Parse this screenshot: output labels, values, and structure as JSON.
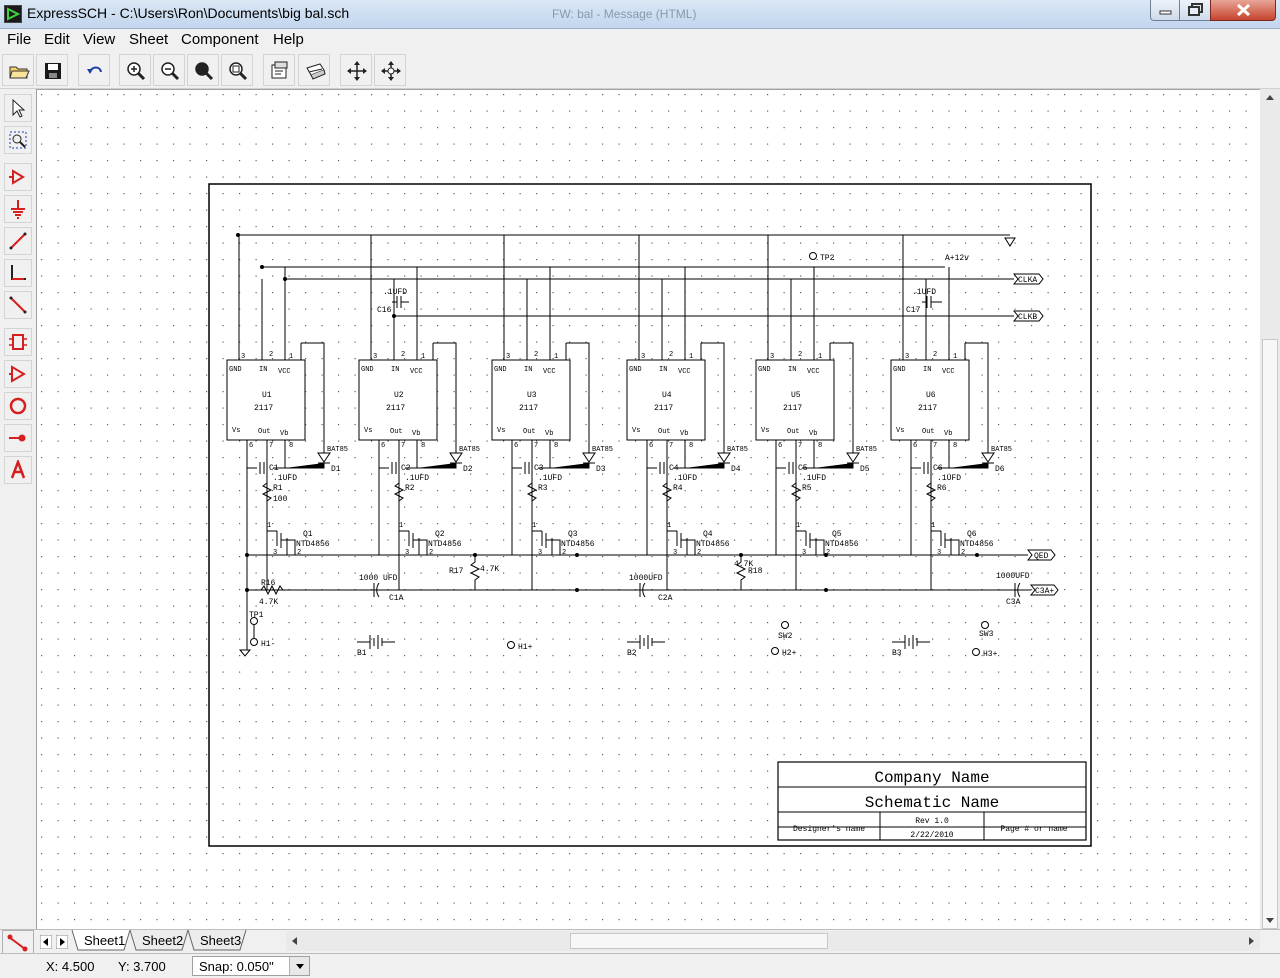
{
  "window": {
    "title": "ExpressSCH - C:\\Users\\Ron\\Documents\\big bal.sch",
    "background_ghost_title": "FW: bal - Message (HTML)"
  },
  "menu": [
    {
      "label": "File"
    },
    {
      "label": "Edit"
    },
    {
      "label": "View"
    },
    {
      "label": "Sheet"
    },
    {
      "label": "Component"
    },
    {
      "label": "Help"
    }
  ],
  "toolbar": [
    {
      "icon": "open-folder-icon"
    },
    {
      "icon": "save-icon"
    },
    {
      "icon": "undo-icon"
    },
    {
      "icon": "zoom-in-icon"
    },
    {
      "icon": "zoom-out-icon"
    },
    {
      "icon": "zoom-area-icon"
    },
    {
      "icon": "zoom-fit-icon"
    },
    {
      "icon": "sheet-properties-icon"
    },
    {
      "icon": "print-icon"
    },
    {
      "icon": "pan-icon"
    },
    {
      "icon": "pan-center-icon"
    }
  ],
  "tools": [
    {
      "icon": "select-arrow-icon"
    },
    {
      "icon": "zoom-select-icon"
    },
    {
      "icon": "port-icon"
    },
    {
      "icon": "ground-icon"
    },
    {
      "icon": "wire-icon"
    },
    {
      "icon": "bus-icon"
    },
    {
      "icon": "line-icon"
    },
    {
      "icon": "component-icon"
    },
    {
      "icon": "buffer-icon"
    },
    {
      "icon": "circle-icon"
    },
    {
      "icon": "junction-icon"
    },
    {
      "icon": "text-icon"
    }
  ],
  "title_block": {
    "company": "Company Name",
    "schematic": "Schematic Name",
    "designer": "Designer's name",
    "rev": "Rev 1.0",
    "date": "2/22/2010",
    "page": "Page # or name"
  },
  "schematic": {
    "top_labels": {
      "tp2": "TP2",
      "vplus": "A+12v",
      "clka": "CLKA",
      "clkb": "CLKB"
    },
    "c_top": [
      {
        "name": "C16",
        "value": ".1UFD"
      },
      {
        "name": "C17",
        "value": ".1UFD"
      }
    ],
    "ic_pins_top": [
      "3",
      "2",
      "1"
    ],
    "ic_pin_names": {
      "gnd": "GND",
      "in": "IN",
      "vcc": "VCC",
      "vs": "Vs",
      "out": "Out",
      "vb": "Vb"
    },
    "ic_pins_bottom": [
      "6",
      "7",
      "8"
    ],
    "units": [
      {
        "ic": "U1",
        "part": "2117",
        "cap": "C1",
        "cap_val": ".1UFD",
        "diode_type": "BAT85",
        "diode": "D1",
        "res": "R1",
        "res_val": "100",
        "fet": "Q1",
        "fet_type": "NTD4856"
      },
      {
        "ic": "U2",
        "part": "2117",
        "cap": "C2",
        "cap_val": ".1UFD",
        "diode_type": "BAT85",
        "diode": "D2",
        "res": "R2",
        "res_val": "",
        "fet": "Q2",
        "fet_type": "NTD4856"
      },
      {
        "ic": "U3",
        "part": "2117",
        "cap": "C3",
        "cap_val": ".1UFD",
        "diode_type": "BAT85",
        "diode": "D3",
        "res": "R3",
        "res_val": "",
        "fet": "Q3",
        "fet_type": "NTD4856"
      },
      {
        "ic": "U4",
        "part": "2117",
        "cap": "C4",
        "cap_val": ".1UFD",
        "diode_type": "BAT85",
        "diode": "D4",
        "res": "R4",
        "res_val": "",
        "fet": "Q4",
        "fet_type": "NTD4856"
      },
      {
        "ic": "U5",
        "part": "2117",
        "cap": "C5",
        "cap_val": ".1UFD",
        "diode_type": "BAT85",
        "diode": "D5",
        "res": "R5",
        "res_val": "",
        "fet": "Q5",
        "fet_type": "NTD4856"
      },
      {
        "ic": "U6",
        "part": "2117",
        "cap": "C6",
        "cap_val": ".1UFD",
        "diode_type": "BAT85",
        "diode": "D6",
        "res": "R6",
        "res_val": "",
        "fet": "Q6",
        "fet_type": "NTD4856"
      }
    ],
    "bottom_labels": {
      "r16": "R16",
      "r16_val": "4.7K",
      "r17": "R17",
      "r17_val": "4.7K",
      "r18": "R18",
      "r18_val": "4.7K",
      "c1a": "C1A",
      "c1a_val": "1000 UFD",
      "c2a": "C2A",
      "c2a_val": "1000UFD",
      "c3a": "C3A",
      "c3a_val": "1000UFD",
      "tp1": "TP1",
      "sw2": "SW2",
      "sw3": "SW3",
      "b1": "B1",
      "b2": "B2",
      "b3": "B3",
      "h1m": "H1-",
      "h1p": "H1+",
      "h2p": "H2+",
      "h3p": "H3+",
      "qed": "QED",
      "c3ap": "C3A+"
    }
  },
  "sheet_tabs": [
    {
      "label": "Sheet1"
    },
    {
      "label": "Sheet2"
    },
    {
      "label": "Sheet3"
    }
  ],
  "status": {
    "x": "X: 4.500",
    "y": "Y: 3.700",
    "snap": "Snap: 0.050\""
  }
}
